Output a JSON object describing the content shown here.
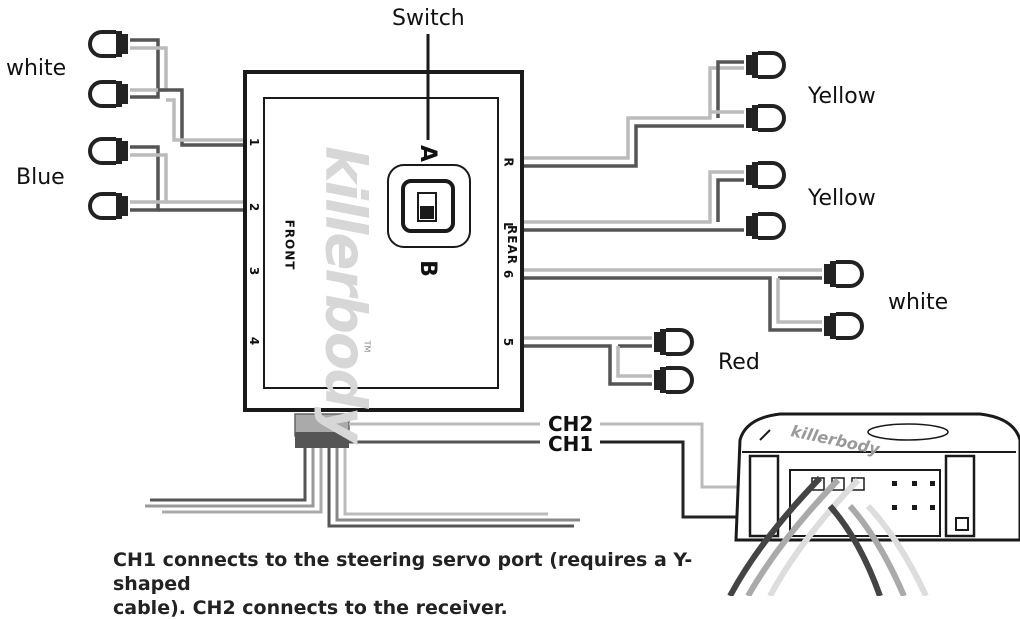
{
  "labels": {
    "switch": "Switch",
    "white_left": "white",
    "blue": "Blue",
    "yellow_top": "Yellow",
    "yellow_mid": "Yellow",
    "white_right": "white",
    "red": "Red",
    "ch2": "CH2",
    "ch1": "CH1"
  },
  "module": {
    "brand": "killerbody",
    "trademark": "TM",
    "front_label": "FRONT",
    "rear_label": "REAR",
    "switch_pos_a": "A",
    "switch_pos_b": "B",
    "left_ports": [
      "1",
      "2",
      "3",
      "4"
    ],
    "right_ports": [
      "R",
      "L",
      "6",
      "5"
    ]
  },
  "caption": {
    "line1": "CH1 connects to the steering servo port (requires a Y-shaped",
    "line2": "cable).  CH2 connects to the receiver."
  },
  "colors": {
    "wire_dark": "#555555",
    "wire_light": "#b5b5b5",
    "outline": "#1a1a1a"
  }
}
